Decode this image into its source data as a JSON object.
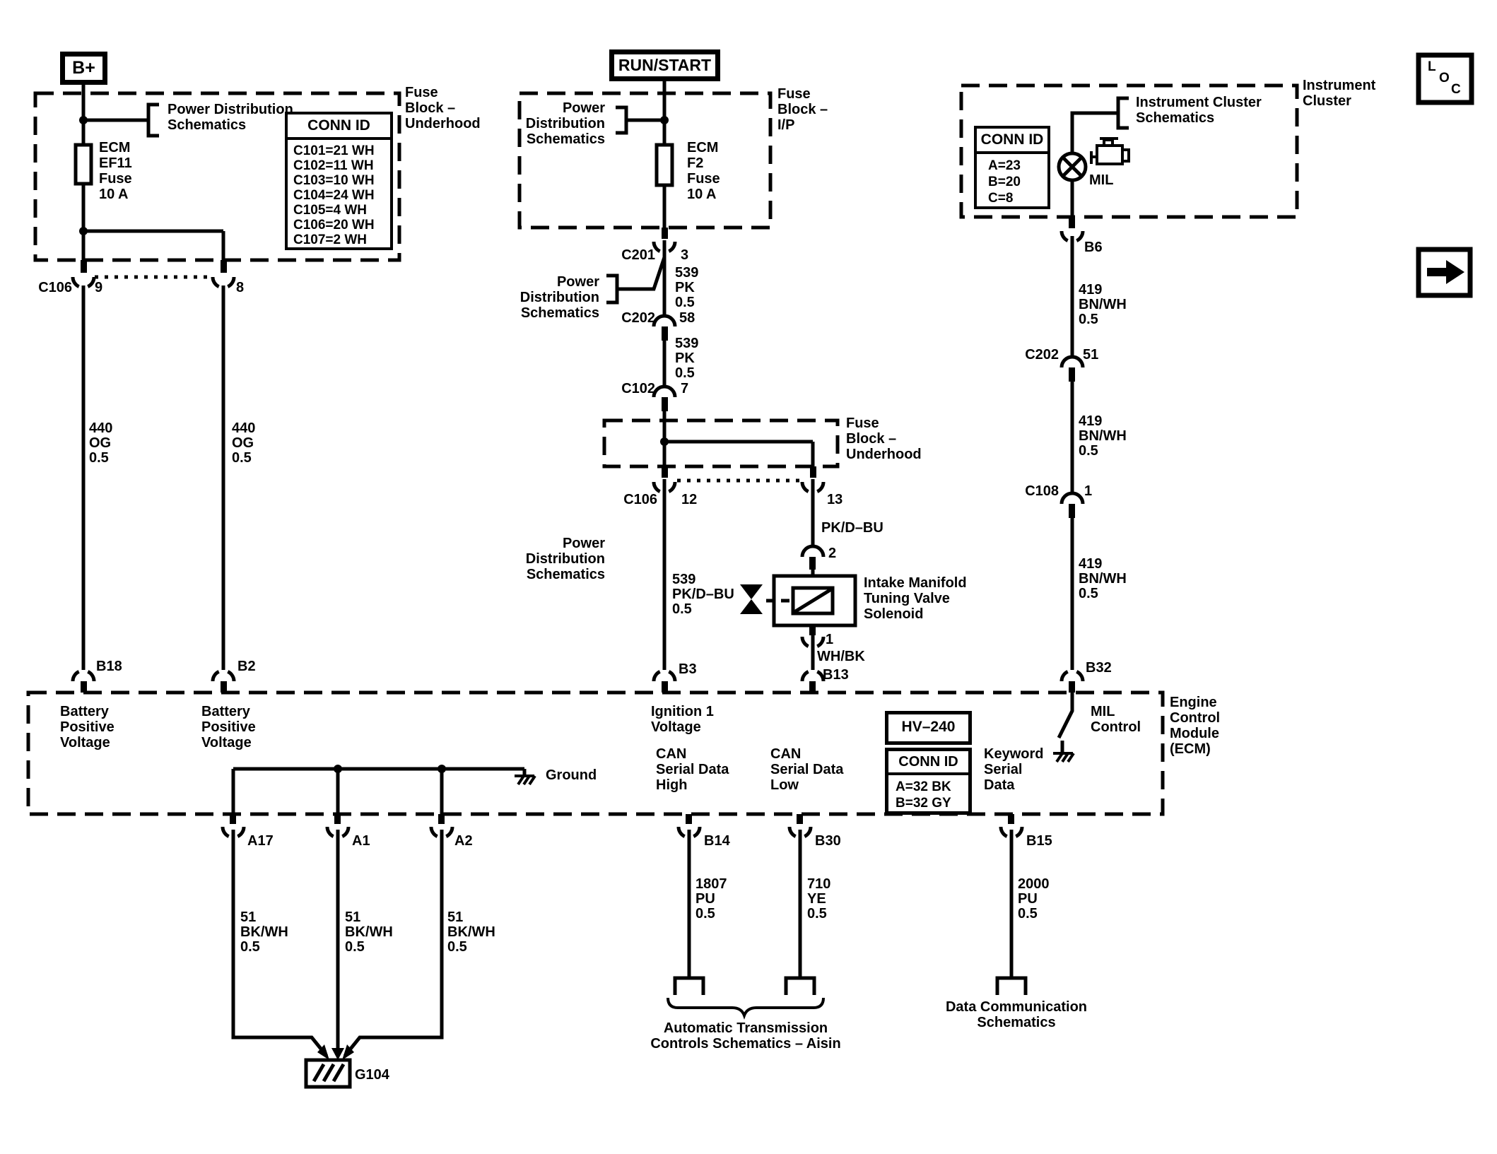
{
  "rails": {
    "b_plus": "B+",
    "run_start": "RUN/START"
  },
  "corner_icons": {
    "loc": [
      "L",
      "O",
      "C"
    ]
  },
  "underhood_block": {
    "title": "Fuse\nBlock –\nUnderhood",
    "pds": "Power Distribution\nSchematics",
    "fuse": "ECM\nEF11\nFuse\n10 A",
    "conn_table": {
      "header": "CONN ID",
      "rows": [
        "C101=21 WH",
        "C102=11 WH",
        "C103=10 WH",
        "C104=24 WH",
        "C105=4 WH",
        "C106=20 WH",
        "C107=2 WH"
      ]
    },
    "connector": "C106",
    "pin_left": "9",
    "pin_right": "8"
  },
  "left_wires": {
    "wire1": "440\nOG\n0.5",
    "wire2": "440\nOG\n0.5",
    "ecm_pin1": "B18",
    "ecm_pin2": "B2"
  },
  "ip_block": {
    "title": "Fuse\nBlock –\nI/P",
    "pds": "Power\nDistribution\nSchematics",
    "fuse": "ECM\nF2\nFuse\n10 A"
  },
  "ignition_path": {
    "c201": "C201",
    "c201_pin": "3",
    "wire1": "539\nPK\n0.5",
    "pds": "Power Distribution\nSchematics",
    "c202": "C202",
    "c202_pin": "58",
    "wire2": "539\nPK\n0.5",
    "c102": "C102",
    "c102_pin": "7"
  },
  "underhood_block2": {
    "title": "Fuse\nBlock –\nUnderhood",
    "connector": "C106",
    "pin_left": "12",
    "pin_right": "13",
    "pds": "Power Distribution\nSchematics",
    "right_wire_color": "PK/D–BU",
    "solenoid_pin_top": "2",
    "solenoid_label": "Intake Manifold\nTuning Valve\nSolenoid",
    "solenoid_pin_bottom": "1",
    "bottom_wire_color": "WH/BK",
    "left_wire": "539\nPK/D–BU\n0.5",
    "ecm_pin_left": "B3",
    "ecm_pin_right": "B13"
  },
  "cluster": {
    "title": "Instrument\nCluster",
    "schem": "Instrument Cluster\nSchematics",
    "conn_table": {
      "header": "CONN ID",
      "rows": [
        "A=23",
        "B=20",
        "C=8"
      ]
    },
    "mil": "MIL",
    "pin": "B6",
    "wire1": "419\nBN/WH\n0.5",
    "c202": "C202",
    "c202_pin": "51",
    "wire2": "419\nBN/WH\n0.5",
    "c108": "C108",
    "c108_pin": "1",
    "wire3": "419\nBN/WH\n0.5",
    "ecm_pin": "B32"
  },
  "ecm": {
    "title": "Engine\nControl\nModule\n(ECM)",
    "batt1": "Battery\nPositive\nVoltage",
    "batt2": "Battery\nPositive\nVoltage",
    "ignition": "Ignition 1\nVoltage",
    "ground": "Ground",
    "can_high": "CAN\nSerial Data\nHigh",
    "can_low": "CAN\nSerial Data\nLow",
    "hv": "HV–240",
    "conn_table": {
      "header": "CONN ID",
      "rows": [
        "A=32 BK",
        "B=32 GY"
      ]
    },
    "keyword": "Keyword\nSerial\nData",
    "mil_control": "MIL\nControl"
  },
  "ground_circuit": {
    "pins": [
      "A17",
      "A1",
      "A2"
    ],
    "wires": [
      "51\nBK/WH\n0.5",
      "51\nBK/WH\n0.5",
      "51\nBK/WH\n0.5"
    ],
    "ground_id": "G104"
  },
  "data_circuit": {
    "pin_high": "B14",
    "pin_low": "B30",
    "pin_kw": "B15",
    "wire_high": "1807\nPU\n0.5",
    "wire_low": "710\nYE\n0.5",
    "wire_kw": "2000\nPU\n0.5",
    "dest_can": "Automatic Transmission\nControls Schematics – Aisin",
    "dest_kw": "Data Communication\nSchematics"
  }
}
